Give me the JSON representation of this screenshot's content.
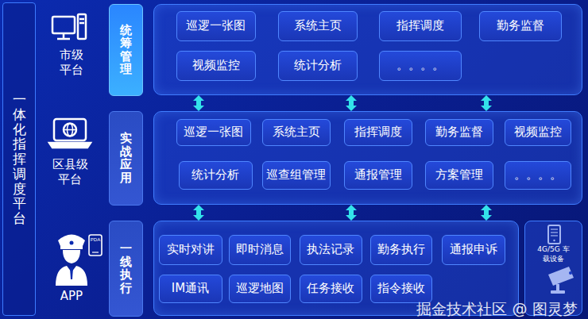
{
  "diagram": {
    "nodes": [
      {
        "text": [
          "一体化指挥调度平台"
        ]
      },
      {
        "text": [
          "统筹管理"
        ]
      },
      {
        "text": [
          "巡逻一张图"
        ],
        "in": 1
      },
      {
        "text": [
          "系统主页"
        ],
        "in": 1
      },
      {
        "text": [
          "指挥调度"
        ],
        "in": 1
      },
      {
        "text": [
          "勤务监督"
        ],
        "in": 1
      },
      {
        "text": [
          "视频监控"
        ],
        "in": 1
      },
      {
        "text": [
          "统计分析"
        ],
        "in": 1
      },
      {
        "text": [
          "。。。。"
        ],
        "in": 1
      },
      {
        "text": [
          "实战应用"
        ]
      },
      {
        "text": [
          "巡逻一张图"
        ],
        "in": 9
      },
      {
        "text": [
          "系统主页"
        ],
        "in": 9
      },
      {
        "text": [
          "指挥调度"
        ],
        "in": 9
      },
      {
        "text": [
          "勤务监督"
        ],
        "in": 9
      },
      {
        "text": [
          "视频监控"
        ],
        "in": 9
      },
      {
        "text": [
          "统计分析"
        ],
        "in": 9
      },
      {
        "text": [
          "巡查组管理"
        ],
        "in": 9
      },
      {
        "text": [
          "通报管理"
        ],
        "in": 9
      },
      {
        "text": [
          "方案管理"
        ],
        "in": 9
      },
      {
        "text": [
          "。。。。"
        ],
        "in": 9
      },
      {
        "text": [
          "一线执行"
        ]
      },
      {
        "text": [
          "实时对讲"
        ],
        "in": 20
      },
      {
        "text": [
          "即时消息"
        ],
        "in": 20
      },
      {
        "text": [
          "执法记录"
        ],
        "in": 20
      },
      {
        "text": [
          "勤务执行"
        ],
        "in": 20
      },
      {
        "text": [
          "通报申诉"
        ],
        "in": 20
      },
      {
        "text": [
          "IM通讯"
        ],
        "in": 20
      },
      {
        "text": [
          "巡逻地图"
        ],
        "in": 20
      },
      {
        "text": [
          "任务接收"
        ],
        "in": 20
      },
      {
        "text": [
          "指令接收"
        ],
        "in": 20
      },
      {
        "text": [
          "4G/5G 车载设备"
        ]
      }
    ],
    "edges": [
      {
        "from": 1,
        "to": 9,
        "arrow": "both"
      },
      {
        "from": 1,
        "to": 9,
        "arrow": "both"
      },
      {
        "from": 1,
        "to": 9,
        "arrow": "both"
      },
      {
        "from": 9,
        "to": 20,
        "arrow": "both"
      },
      {
        "from": 9,
        "to": 20,
        "arrow": "both"
      },
      {
        "from": 9,
        "to": 20,
        "arrow": "both"
      }
    ],
    "labels": [
      "市级 平台",
      "区县级 平台",
      "APP",
      "PDA",
      "掘金技术社区 @ 图灵梦"
    ]
  }
}
